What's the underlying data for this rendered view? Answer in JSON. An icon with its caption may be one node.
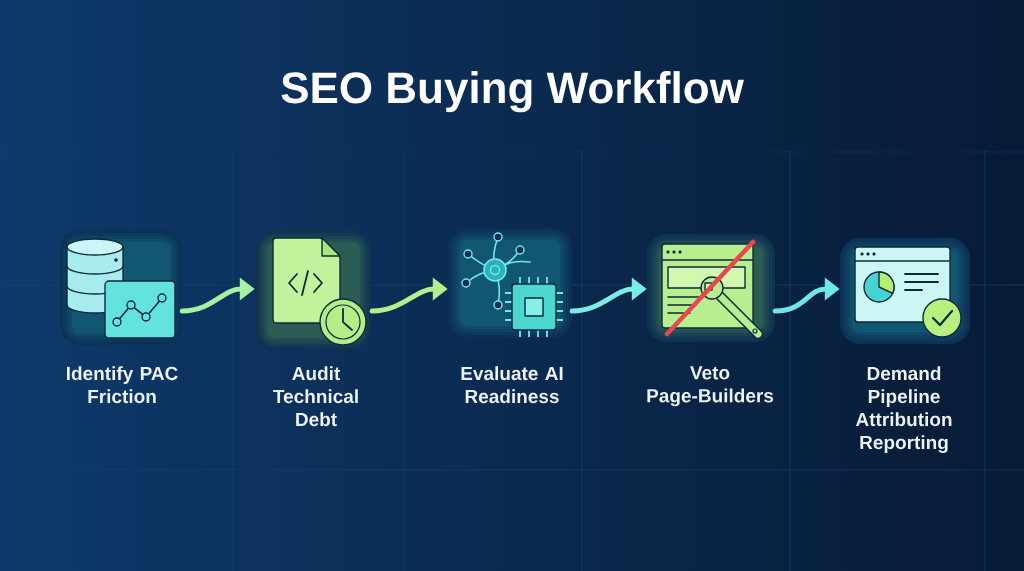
{
  "diagram": {
    "title": "SEO Buying Workflow",
    "nodes": [
      {
        "text": [
          "Identify PAC Friction"
        ]
      },
      {
        "text": [
          "Audit Technical Debt"
        ]
      },
      {
        "text": [
          "Evaluate AI Readiness"
        ]
      },
      {
        "text": [
          "Veto Page-Builders"
        ]
      },
      {
        "text": [
          "Demand Pipeline Attribution Reporting"
        ]
      }
    ],
    "edges": [
      {
        "from": 0,
        "to": 1,
        "arrow": "to",
        "color": "#a6f2a2"
      },
      {
        "from": 1,
        "to": 2,
        "arrow": "to",
        "color": "#b3ef8c"
      },
      {
        "from": 2,
        "to": 3,
        "arrow": "to",
        "color": "#7eece6"
      },
      {
        "from": 3,
        "to": 4,
        "arrow": "to",
        "color": "#6ee6ea"
      }
    ]
  }
}
